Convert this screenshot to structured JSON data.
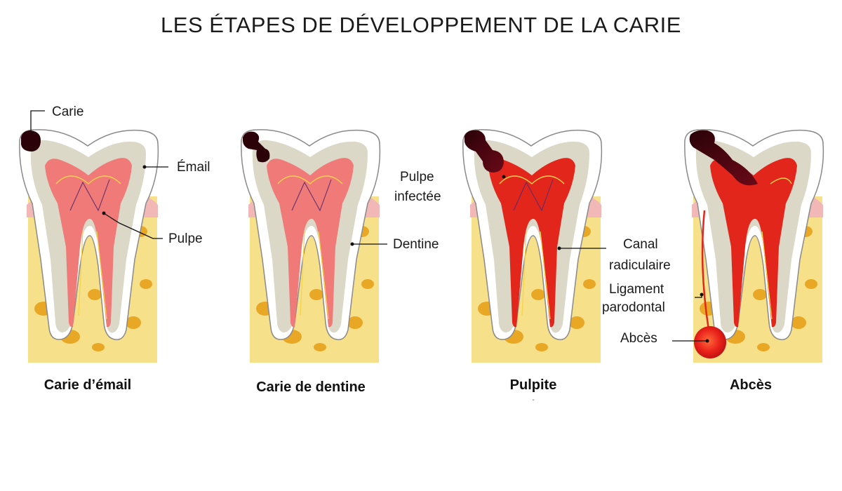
{
  "title": "LES ÉTAPES DE DÉVELOPPEMENT DE LA CARIE",
  "colors": {
    "bone": "#f7e08a",
    "bone_spot": "#e8a826",
    "gum": "#f2b8b8",
    "enamel": "#ffffff",
    "dentin": "#dcd8c8",
    "pulp_healthy": "#f07a78",
    "pulp_infected": "#e3261c",
    "decay": "#3a0a10",
    "abscess": "#e8201a"
  },
  "stages": [
    {
      "caption": "Carie d’émail",
      "labels": [
        "Carie",
        "Émail",
        "Pulpe"
      ]
    },
    {
      "caption": "Carie de dentine",
      "labels": [
        "Dentine"
      ]
    },
    {
      "caption": "Pulpite",
      "labels": [
        "Pulpe",
        "infectée",
        "Canal",
        "radiculaire"
      ]
    },
    {
      "caption": "Abcès",
      "labels": [
        "Ligament",
        "parodontal",
        "Abcès"
      ]
    }
  ]
}
